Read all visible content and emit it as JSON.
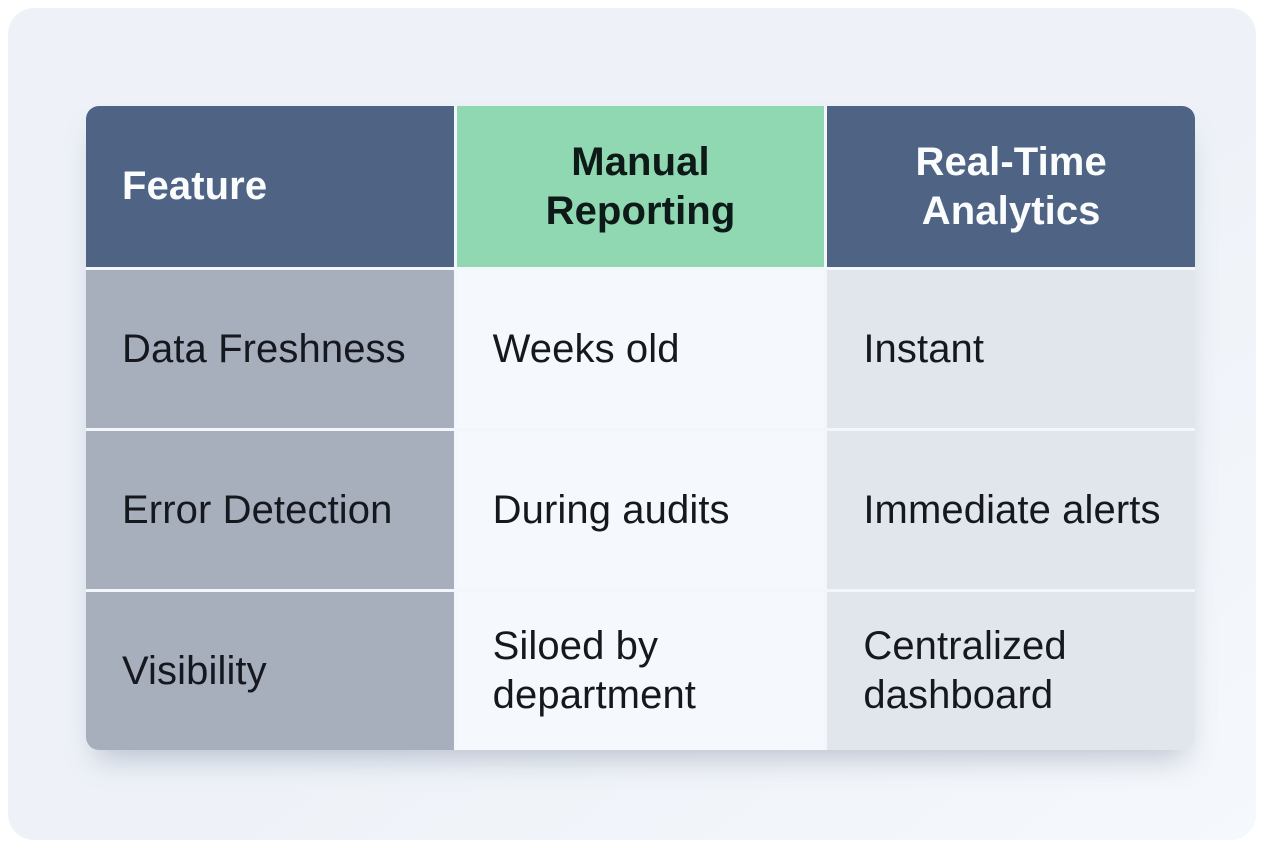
{
  "theme": {
    "page_bg": "#ffffff",
    "card_bg": "#eef2f8",
    "header_slate": "#4f6484",
    "header_green": "#8fd8b2",
    "header_text_light": "#fafcfe",
    "header_text_dark": "#0e1a18",
    "col_feature_bg": "#a7aebc",
    "col_manual_bg": "#f5f8fc",
    "col_realtime_bg": "#e1e5ec",
    "body_text": "#15181e"
  },
  "table": {
    "headers": [
      {
        "label": "Feature"
      },
      {
        "label": "Manual Reporting"
      },
      {
        "label": "Real-Time Analytics"
      }
    ],
    "rows": [
      {
        "feature": "Data Freshness",
        "manual": "Weeks old",
        "realtime": "Instant"
      },
      {
        "feature": "Error Detection",
        "manual": "During audits",
        "realtime": "Immediate alerts"
      },
      {
        "feature": "Visibility",
        "manual": "Siloed by department",
        "realtime": "Centralized dashboard"
      }
    ]
  },
  "chart_data": {
    "type": "table",
    "columns": [
      "Feature",
      "Manual Reporting",
      "Real-Time Analytics"
    ],
    "rows": [
      [
        "Data Freshness",
        "Weeks old",
        "Instant"
      ],
      [
        "Error Detection",
        "During audits",
        "Immediate alerts"
      ],
      [
        "Visibility",
        "Siloed by department",
        "Centralized dashboard"
      ]
    ],
    "highlighted_column": "Manual Reporting",
    "legend_position": "none",
    "grid": false
  }
}
